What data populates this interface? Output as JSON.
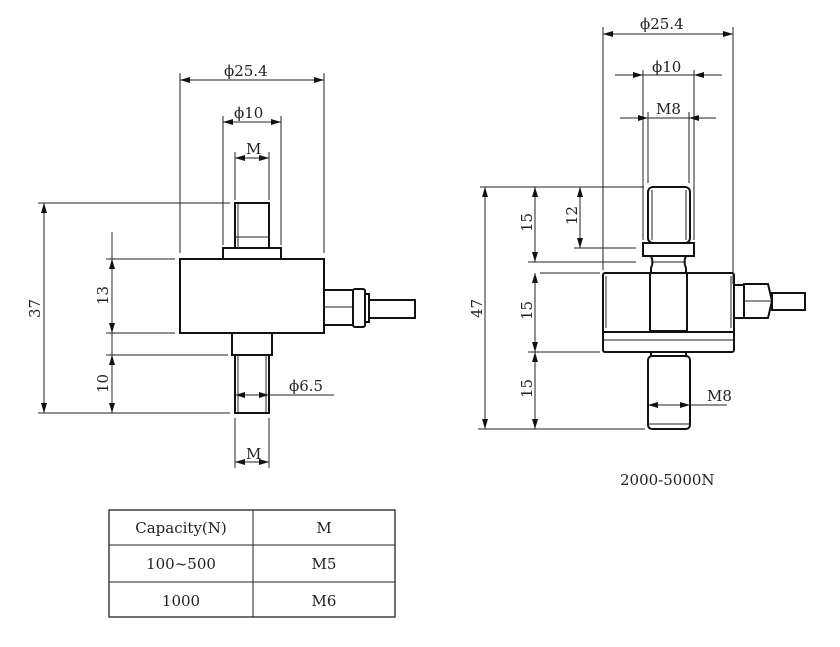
{
  "left_view": {
    "dim_outer_diameter": "ϕ25.4",
    "dim_collar_diameter": "ϕ10",
    "dim_thread_top": "M",
    "dim_total_height": "37",
    "dim_body_height": "13",
    "dim_bottom_stud": "10",
    "dim_bottom_diameter": "ϕ6.5",
    "dim_thread_bottom": "M"
  },
  "right_view": {
    "dim_outer_diameter": "ϕ25.4",
    "dim_collar_diameter": "ϕ10",
    "dim_thread_top": "M8",
    "dim_total_height": "47",
    "dim_top_section": "15",
    "dim_thread_length": "12",
    "dim_body_height": "15",
    "dim_bottom_section": "15",
    "dim_thread_bottom": "M8",
    "caption": "2000-5000N"
  },
  "table": {
    "headers": [
      "Capacity(N)",
      "M"
    ],
    "rows": [
      [
        "100~500",
        "M5"
      ],
      [
        "1000",
        "M6"
      ]
    ]
  }
}
